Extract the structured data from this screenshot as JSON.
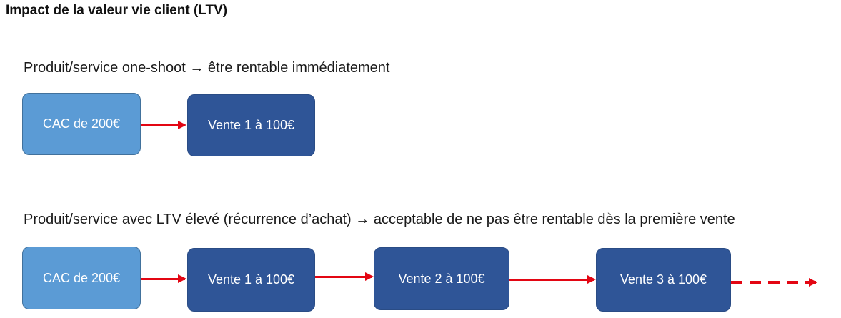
{
  "title": "Impact de la valeur vie client (LTV)",
  "scenario_one_shot": {
    "heading": "Produit/service one-shoot → être rentable immédiatement",
    "steps": [
      {
        "label": "CAC de 200€",
        "type": "cost",
        "color": "#5b9bd5"
      },
      {
        "label": "Vente 1 à 100€",
        "type": "sale",
        "color": "#2f5597"
      }
    ]
  },
  "scenario_ltv": {
    "heading": "Produit/service avec LTV élevé (récurrence d’achat) → acceptable de ne pas être rentable dès la première vente",
    "steps": [
      {
        "label": "CAC de 200€",
        "type": "cost",
        "color": "#5b9bd5"
      },
      {
        "label": "Vente 1 à 100€",
        "type": "sale",
        "color": "#2f5597"
      },
      {
        "label": "Vente 2 à 100€",
        "type": "sale",
        "color": "#2f5597"
      },
      {
        "label": "Vente 3 à 100€",
        "type": "sale",
        "color": "#2f5597"
      }
    ],
    "continuation": "dashed-arrow"
  },
  "colors": {
    "arrow": "#e30613",
    "cost_box": "#5b9bd5",
    "sale_box": "#2f5597"
  }
}
